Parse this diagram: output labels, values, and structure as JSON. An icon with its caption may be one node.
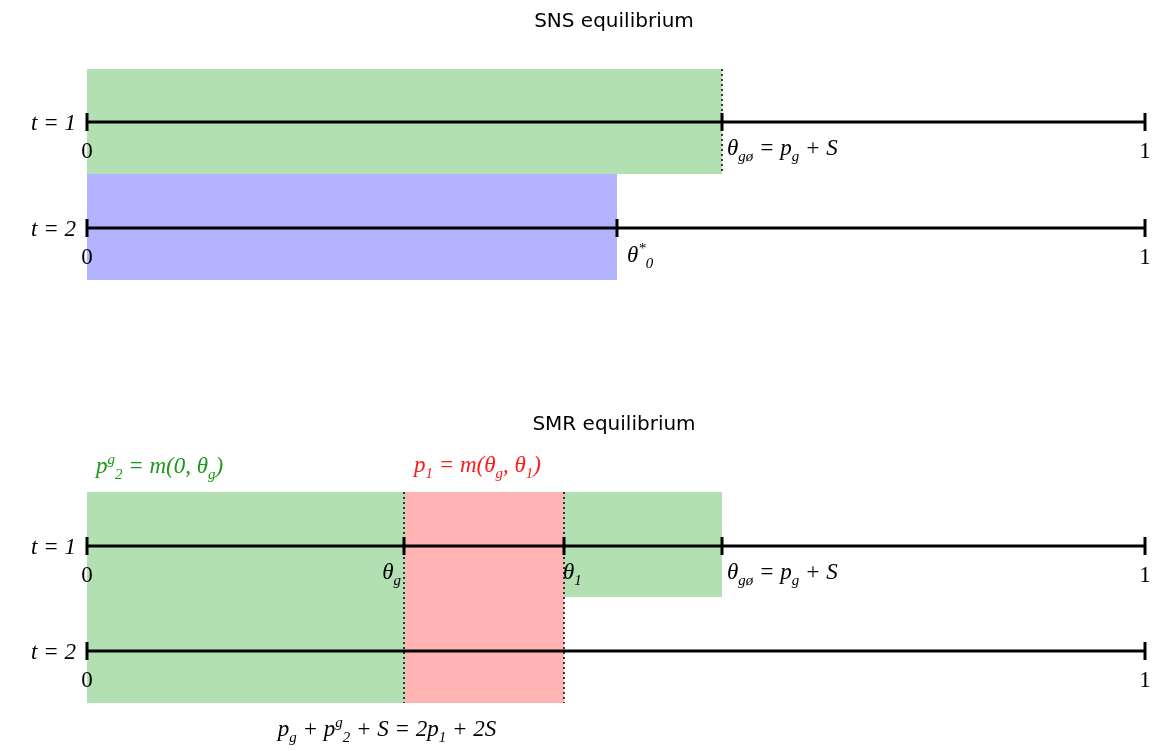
{
  "diagram": {
    "labels": [
      "SNS equilibrium",
      "t = 1",
      "0",
      "θ$_{gø}$ = p$_{g}$ + S",
      "1",
      "t = 2",
      "0",
      "θ$^{*}$$_{0}$",
      "1",
      "SMR equilibrium",
      "p$^{g}$$_{2}$ = m(0, θ$_{g}$)",
      "p$_{1}$ = m(θ$_{g}$, θ$_{1}$)",
      "t = 1",
      "0",
      "θ$_{g}$",
      "θ$_{1}$",
      "θ$_{gø}$ = p$_{g}$ + S",
      "1",
      "t = 2",
      "0",
      "1",
      "p$_{g}$ + p$^{g}$$_{2}$ + S = 2p$_{1}$ + 2S"
    ]
  }
}
